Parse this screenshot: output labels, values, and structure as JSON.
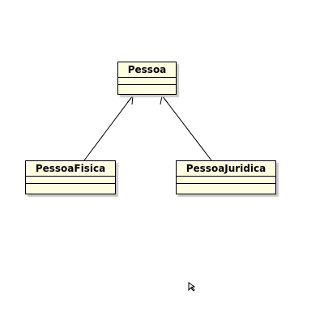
{
  "diagram": {
    "classes": [
      {
        "id": "pessoa",
        "name": "Pessoa"
      },
      {
        "id": "fisica",
        "name": "PessoaFisica"
      },
      {
        "id": "juridica",
        "name": "PessoaJuridica"
      }
    ],
    "relations": [
      {
        "type": "generalization",
        "from": "PessoaFisica",
        "to": "Pessoa"
      },
      {
        "type": "generalization",
        "from": "PessoaJuridica",
        "to": "Pessoa"
      }
    ]
  },
  "cursor": {
    "icon": "mouse-pointer-icon"
  }
}
